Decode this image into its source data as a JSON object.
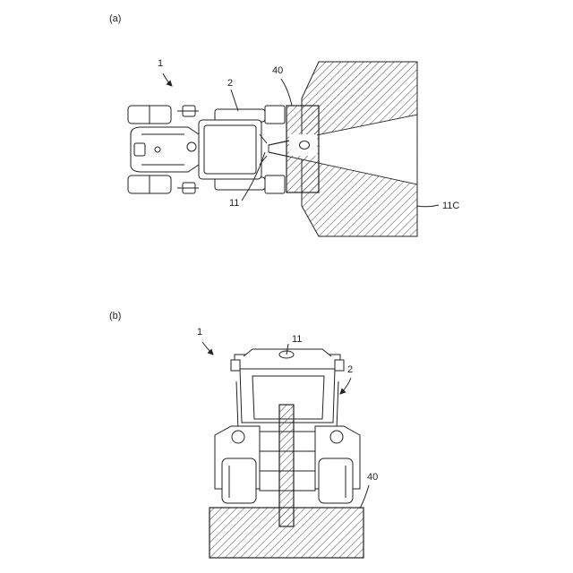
{
  "panel_a": {
    "label": "(a)",
    "ref_vehicle": "1",
    "ref_body": "2",
    "ref_attachment": "40",
    "ref_camera": "11",
    "ref_coverage": "11C"
  },
  "panel_b": {
    "label": "(b)",
    "ref_vehicle": "1",
    "ref_camera": "11",
    "ref_body": "2",
    "ref_attachment": "40"
  }
}
